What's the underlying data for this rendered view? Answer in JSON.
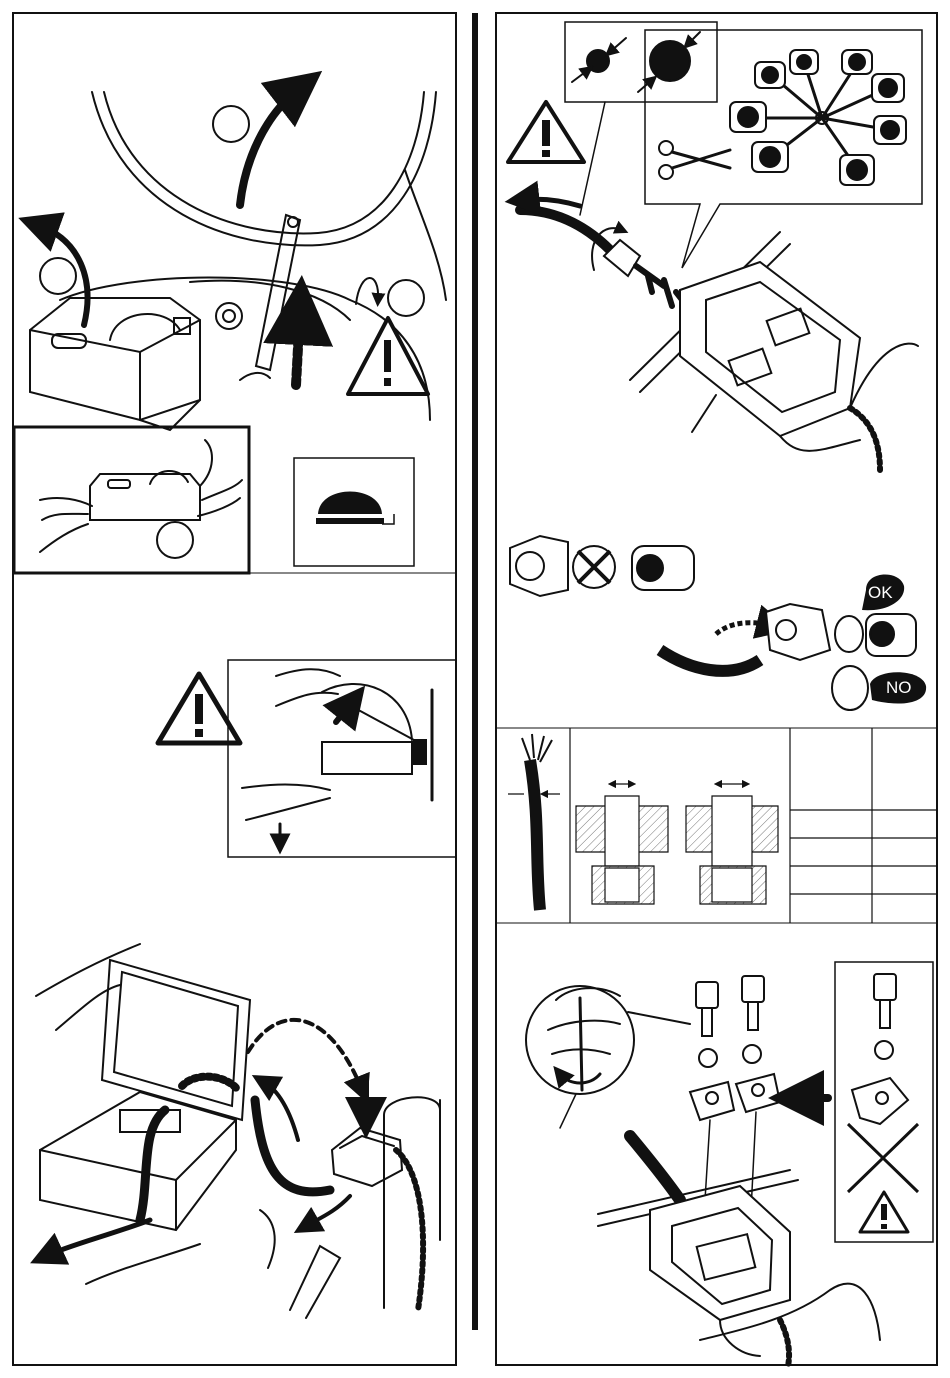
{
  "page": {
    "type": "installation-instruction-sheet",
    "colors": {
      "ink": "#111111",
      "paper": "#ffffff",
      "shade": "#cfcfcf"
    }
  },
  "icons": [
    "warning-triangle-icon",
    "scissors-icon",
    "curved-arrow-icon",
    "dashed-arrow-icon",
    "cross-mark-icon"
  ],
  "badges": {
    "ok": "OK",
    "no": "NO"
  }
}
